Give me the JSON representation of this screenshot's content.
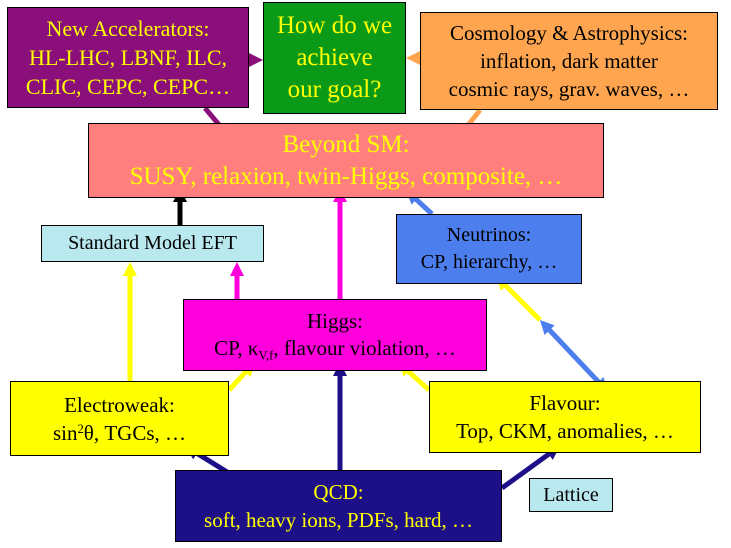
{
  "colors": {
    "yellow": "#ffff00",
    "magenta": "#ff00dd",
    "navy": "#1c0f88",
    "blue": "#4d7eee",
    "purple": "#8a0f7b",
    "orange": "#ffa54f",
    "black": "#000000"
  },
  "boxes": {
    "accelerators": {
      "line1": "New Accelerators:",
      "line2": "HL-LHC, LBNF, ILC,",
      "line3": "CLIC, CEPC, CEPC…"
    },
    "goal": {
      "line1": "How do we",
      "line2": "achieve",
      "line3": "our goal?"
    },
    "cosmology": {
      "line1": "Cosmology & Astrophysics:",
      "line2": "inflation, dark matter",
      "line3": "cosmic rays, grav. waves, …"
    },
    "bsm": {
      "line1": "Beyond SM:",
      "line2": "SUSY, relaxion, twin-Higgs, composite, …"
    },
    "eft": {
      "label": "Standard Model EFT"
    },
    "neutrinos": {
      "line1": "Neutrinos:",
      "line2": "CP, hierarchy, …"
    },
    "higgs": {
      "line1": "Higgs:",
      "line2_pre": "CP, κ",
      "line2_sub": "V,f",
      "line2_post": ", flavour violation, …"
    },
    "electroweak": {
      "line1": "Electroweak:",
      "line2_pre": "sin",
      "line2_sup": "2",
      "line2_post": "θ, TGCs, …"
    },
    "flavour": {
      "line1": "Flavour:",
      "line2": "Top, CKM, anomalies, …"
    },
    "qcd": {
      "line1": "QCD:",
      "line2": "soft, heavy ions, PDFs, hard, …"
    },
    "lattice": {
      "label": "Lattice"
    }
  }
}
